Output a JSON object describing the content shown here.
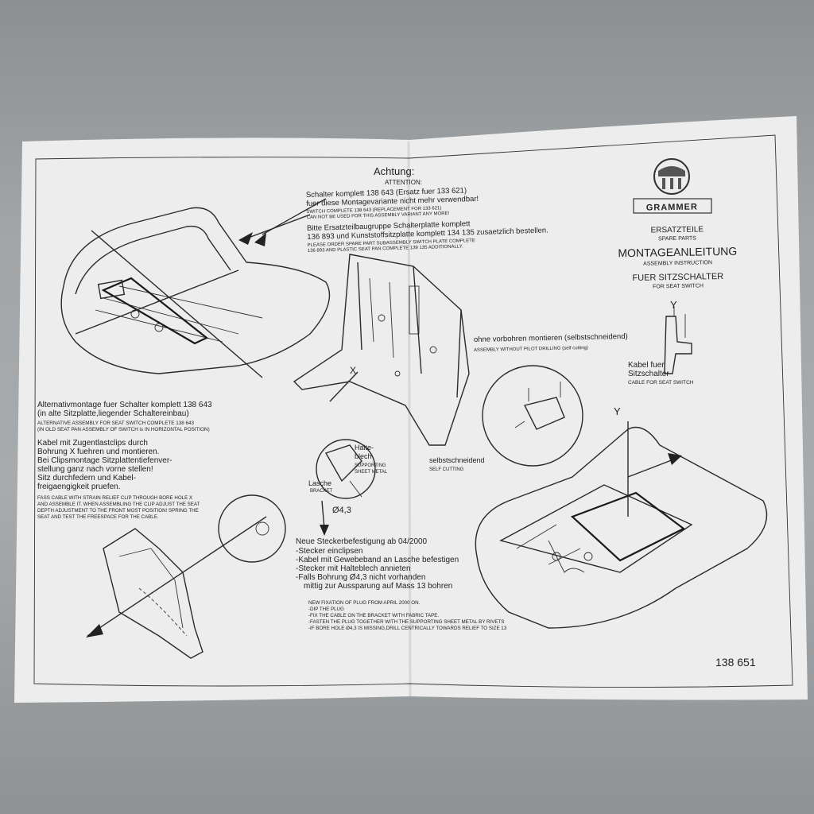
{
  "attention": {
    "title": "Achtung:",
    "title_en": "ATTENTION:"
  },
  "top_notes": {
    "line1": "Schalter komplett 138 643 (Ersatz fuer 133 621)",
    "line2": "fuer diese Montagevariante nicht mehr verwendbar!",
    "line3": "SWITCH COMPLETE 138 643 (REPLACEMENT FOR 133 621)",
    "line4": "CAN NOT BE USED FOR THIS ASSEMBLY VARIANT ANY MORE!",
    "line5": "Bitte Ersatzteilbaugruppe Schalterplatte komplett",
    "line6": "136 893 und Kunststoffsitzplatte komplett 134 135 zusaetzlich bestellen.",
    "line7": "PLEASE ORDER SPARE PART SUBASSEMBLY SWITCH PLATE COMPLETE",
    "line8": "136 893 AND PLASTIC SEAT PAN COMPLETE 139 135 ADDITIONALLY."
  },
  "header": {
    "brand": "GRAMMER",
    "spare_de": "ERSATZTEILE",
    "spare_en": "SPARE PARTS",
    "assembly_de": "MONTAGEANLEITUNG",
    "assembly_en": "ASSEMBLY INSTRUCTION",
    "for_de": "FUER SITZSCHALTER",
    "for_en": "FOR SEAT SWITCH"
  },
  "labels": {
    "y_top": "Y",
    "y_lower": "Y",
    "x_mark": "X",
    "cable_de1": "Kabel fuer",
    "cable_de2": "Sitzschalter",
    "cable_en": "CABLE FOR SEAT SWITCH",
    "no_pilot_de": "ohne vorbohren montieren (selbstschneidend)",
    "no_pilot_en": "ASSEMBLY WITHOUT PILOT DRILLING (self cutting)",
    "self_cut_de": "selbstschneidend",
    "self_cut_en": "SELF CUTTING",
    "halte1": "Halte-",
    "halte2": "blech",
    "supporting1": "SUPPORTING",
    "supporting2": "SHEET METAL",
    "lasche": "Lasche",
    "bracket": "BRACKET",
    "dia": "Ø4,3"
  },
  "alt_assembly": {
    "l1": "Alternativmontage fuer Schalter komplett 138 643",
    "l2": "(in alte Sitzplatte,liegender Schaltereinbau)",
    "l3": "ALTERNATIVE ASSEMBLY FOR SEAT SWITCH COMPLETE 138 643",
    "l4": "(IN OLD SEAT PAN ASSEMBLY OF SWITCH is IN HORIZONTAL POSITION)"
  },
  "cable_instructions": {
    "l1": "Kabel mit Zugentlastclips durch",
    "l2": "Bohrung X fuehren und montieren.",
    "l3": "Bei Clipsmontage Sitzplattentiefenver-",
    "l4": "stellung ganz nach vorne stellen!",
    "l5": "Sitz durchfedern und Kabel-",
    "l6": "freigaengigkeit pruefen.",
    "e1": "FASS CABLE WITH STRAIN RELIEF CLIP THROUGH BORE HOLE X",
    "e2": "AND ASSEMBLE IT. WHEN ASSEMBLING THE CLIP ADJUST THE SEAT",
    "e3": "DEPTH ADJUSTMENT TO THE FRONT MOST POSITION! SPRING THE",
    "e4": "SEAT AND TEST THE FREESPACE FOR THE CABLE."
  },
  "plug_fixation": {
    "h": "Neue Steckerbefestigung ab 04/2000",
    "l1": "-Stecker einclipsen",
    "l2": "-Kabel mit Gewebeband an Lasche befestigen",
    "l3": "-Stecker mit Halteblech annieten",
    "l4": "-Falls Bohrung Ø4,3 nicht vorhanden",
    "l5": "mittig zur Aussparung auf Mass 13 bohren",
    "e0": "NEW FIXATION OF PLUG FROM APRIL 2000 ON.",
    "e1": "-DIP THE PLUG",
    "e2": "-FIX THE CABLE ON THE BRACKET WITH FABRIC TAPE.",
    "e3": "-FASTEN THE PLUG TOGETHER WITH THE SUPPORTING SHEET METAL BY RIVETS",
    "e4": "-IF BORE HOLE Ø4,3 IS MISSING,DRILL CENTRICALLY TOWARDS RELIEF TO SIZE 13"
  },
  "part_number": "138 651"
}
